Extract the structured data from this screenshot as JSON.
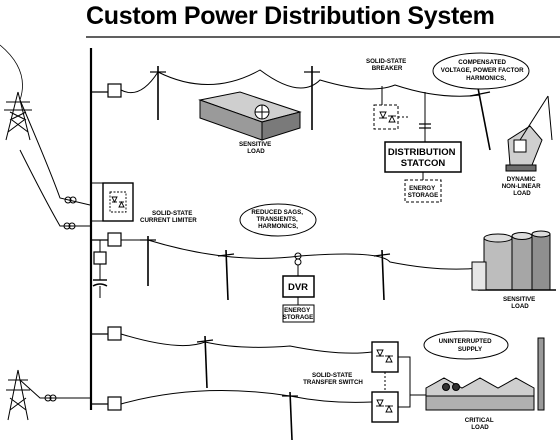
{
  "title": "Custom Power Distribution System",
  "labels": {
    "solid_state_breaker": [
      "SOLID-STATE",
      "BREAKER"
    ],
    "compensated": [
      "COMPENSATED",
      "VOLTAGE, POWER FACTOR",
      "HARMONICS,"
    ],
    "sensitive_load_top": [
      "SENSITIVE",
      "LOAD"
    ],
    "distribution_statcon": [
      "DISTRIBUTION",
      "STATCON"
    ],
    "energy_storage_top": [
      "ENERGY",
      "STORAGE"
    ],
    "dynamic_load": [
      "DYNAMIC",
      "NON-LINEAR",
      "LOAD"
    ],
    "current_limiter": [
      "SOLID-STATE",
      "CURRENT LIMITER"
    ],
    "reduced_sags": [
      "REDUCED SAGS,",
      "TRANSIENTS,",
      "HARMONICS,"
    ],
    "dvr": "DVR",
    "energy_storage_mid": [
      "ENERGY",
      "STORAGE"
    ],
    "sensitive_load_mid": [
      "SENSITIVE",
      "LOAD"
    ],
    "uninterrupted": [
      "UNINTERRUPTED",
      "SUPPLY"
    ],
    "transfer_switch": [
      "SOLID-STATE",
      "TRANSFER SWITCH"
    ],
    "critical_load": [
      "CRITICAL",
      "LOAD"
    ]
  }
}
